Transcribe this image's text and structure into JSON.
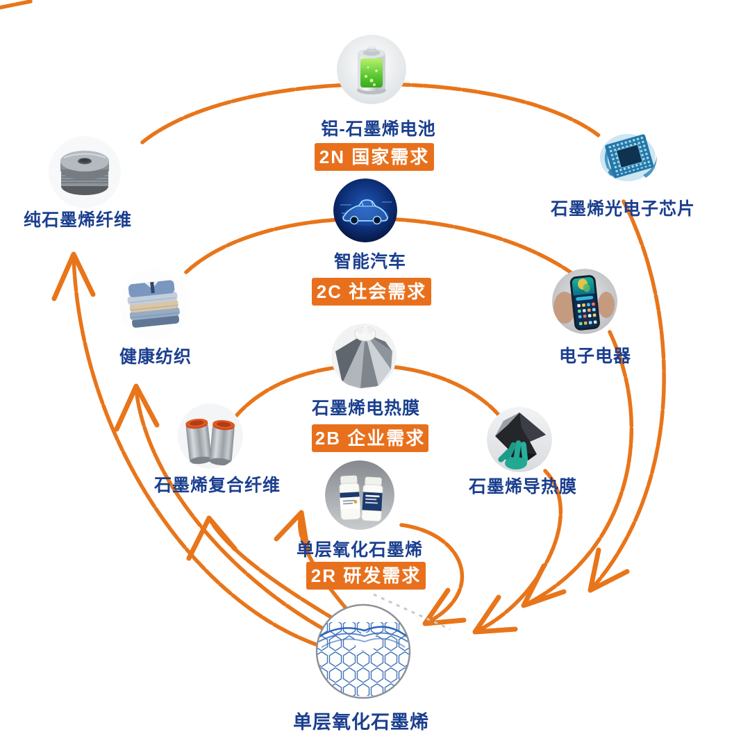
{
  "colors": {
    "arrow": "#E8751A",
    "banner_bg": "#E8701C",
    "banner_text": "#FFFFFF",
    "label_text": "#1B3F8F",
    "background": "#FFFFFF"
  },
  "tiers": [
    {
      "code": "2N",
      "banner": "2N 国家需求"
    },
    {
      "code": "2C",
      "banner": "2C 社会需求"
    },
    {
      "code": "2B",
      "banner": "2B 企业需求"
    },
    {
      "code": "2R",
      "banner": "2R 研发需求"
    }
  ],
  "nodes": {
    "battery": {
      "label": "铝-石墨烯电池",
      "icon": "battery-icon"
    },
    "chip": {
      "label": "石墨烯光电子芯片",
      "icon": "chip-icon"
    },
    "pure_fiber": {
      "label": "纯石墨烯纤维",
      "icon": "spool-icon"
    },
    "smart_car": {
      "label": "智能汽车",
      "icon": "smart-car-icon"
    },
    "textile": {
      "label": "健康纺织",
      "icon": "folded-clothes-icon"
    },
    "electronics": {
      "label": "电子电器",
      "icon": "smartphone-icon"
    },
    "heating_film": {
      "label": "石墨烯电热膜",
      "icon": "heating-film-icon"
    },
    "composite_fiber": {
      "label": "石墨烯复合纤维",
      "icon": "fiber-spools-icon"
    },
    "thermal_film": {
      "label": "石墨烯导热膜",
      "icon": "thermal-film-icon"
    },
    "graphene_oxide_jar": {
      "label": "单层氧化石墨烯",
      "icon": "reagent-bottles-icon"
    },
    "graphene_oxide_sheet": {
      "label": "单层氧化石墨烯",
      "icon": "graphene-lattice-icon"
    }
  }
}
